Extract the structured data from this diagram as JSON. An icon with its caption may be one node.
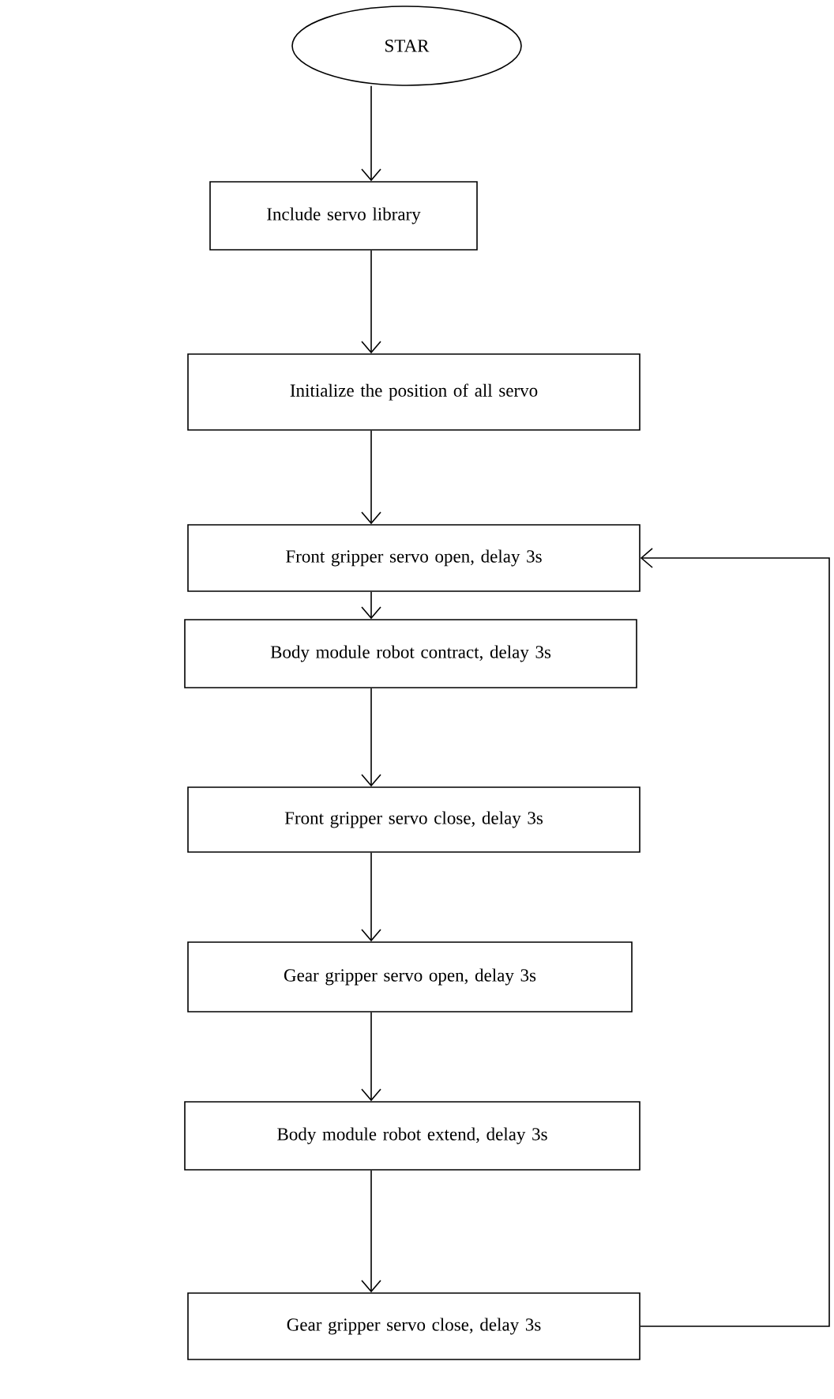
{
  "diagram": {
    "nodes": [
      {
        "text": [
          "STAR"
        ]
      },
      {
        "text": [
          "Include servo library"
        ]
      },
      {
        "text": [
          "Initialize the position of all servo"
        ]
      },
      {
        "text": [
          "Front gripper servo open, delay 3s"
        ]
      },
      {
        "text": [
          "Body module robot contract, delay 3s"
        ]
      },
      {
        "text": [
          "Front gripper servo close, delay 3s"
        ]
      },
      {
        "text": [
          "Gear gripper servo open, delay 3s"
        ]
      },
      {
        "text": [
          "Body module robot extend, delay 3s"
        ]
      },
      {
        "text": [
          "Gear gripper servo close, delay 3s"
        ]
      }
    ],
    "edges": [
      {
        "from": 0,
        "to": 1,
        "arrow": "to"
      },
      {
        "from": 1,
        "to": 2,
        "arrow": "to"
      },
      {
        "from": 2,
        "to": 3,
        "arrow": "to"
      },
      {
        "from": 3,
        "to": 4,
        "arrow": "to"
      },
      {
        "from": 4,
        "to": 5,
        "arrow": "to"
      },
      {
        "from": 5,
        "to": 6,
        "arrow": "to"
      },
      {
        "from": 6,
        "to": 7,
        "arrow": "to"
      },
      {
        "from": 7,
        "to": 8,
        "arrow": "to"
      },
      {
        "from": 8,
        "to": 3,
        "arrow": "to"
      }
    ]
  }
}
